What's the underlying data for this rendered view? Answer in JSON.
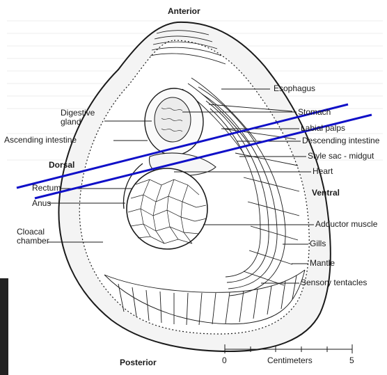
{
  "labels": {
    "anterior": "Anterior",
    "posterior": "Posterior",
    "dorsal": "Dorsal",
    "ventral": "Ventral",
    "esophagus": "Esophagus",
    "stomach": "Stomach",
    "labial_palps": "Labial palps",
    "descending_intestine": "Descending intestine",
    "style_sac": "Style sac - midgut",
    "heart": "Heart",
    "digestive_gland": "Digestive gland",
    "ascending_intestine": "Ascending intestine",
    "rectum": "Rectum",
    "anus": "Anus",
    "cloacal_chamber": "Cloacal chamber",
    "adductor_muscle": "Adductor muscle",
    "gills": "Gills",
    "mantle": "Mantle",
    "sensory_tentacles": "Sensory tentacles"
  },
  "scale": {
    "unit": "Centimeters",
    "start": "0",
    "end": "5"
  },
  "colors": {
    "annotation_lines": "#1010c8",
    "ink": "#1a1a1a",
    "background": "#ffffff",
    "edge_shadow": "#222222"
  }
}
